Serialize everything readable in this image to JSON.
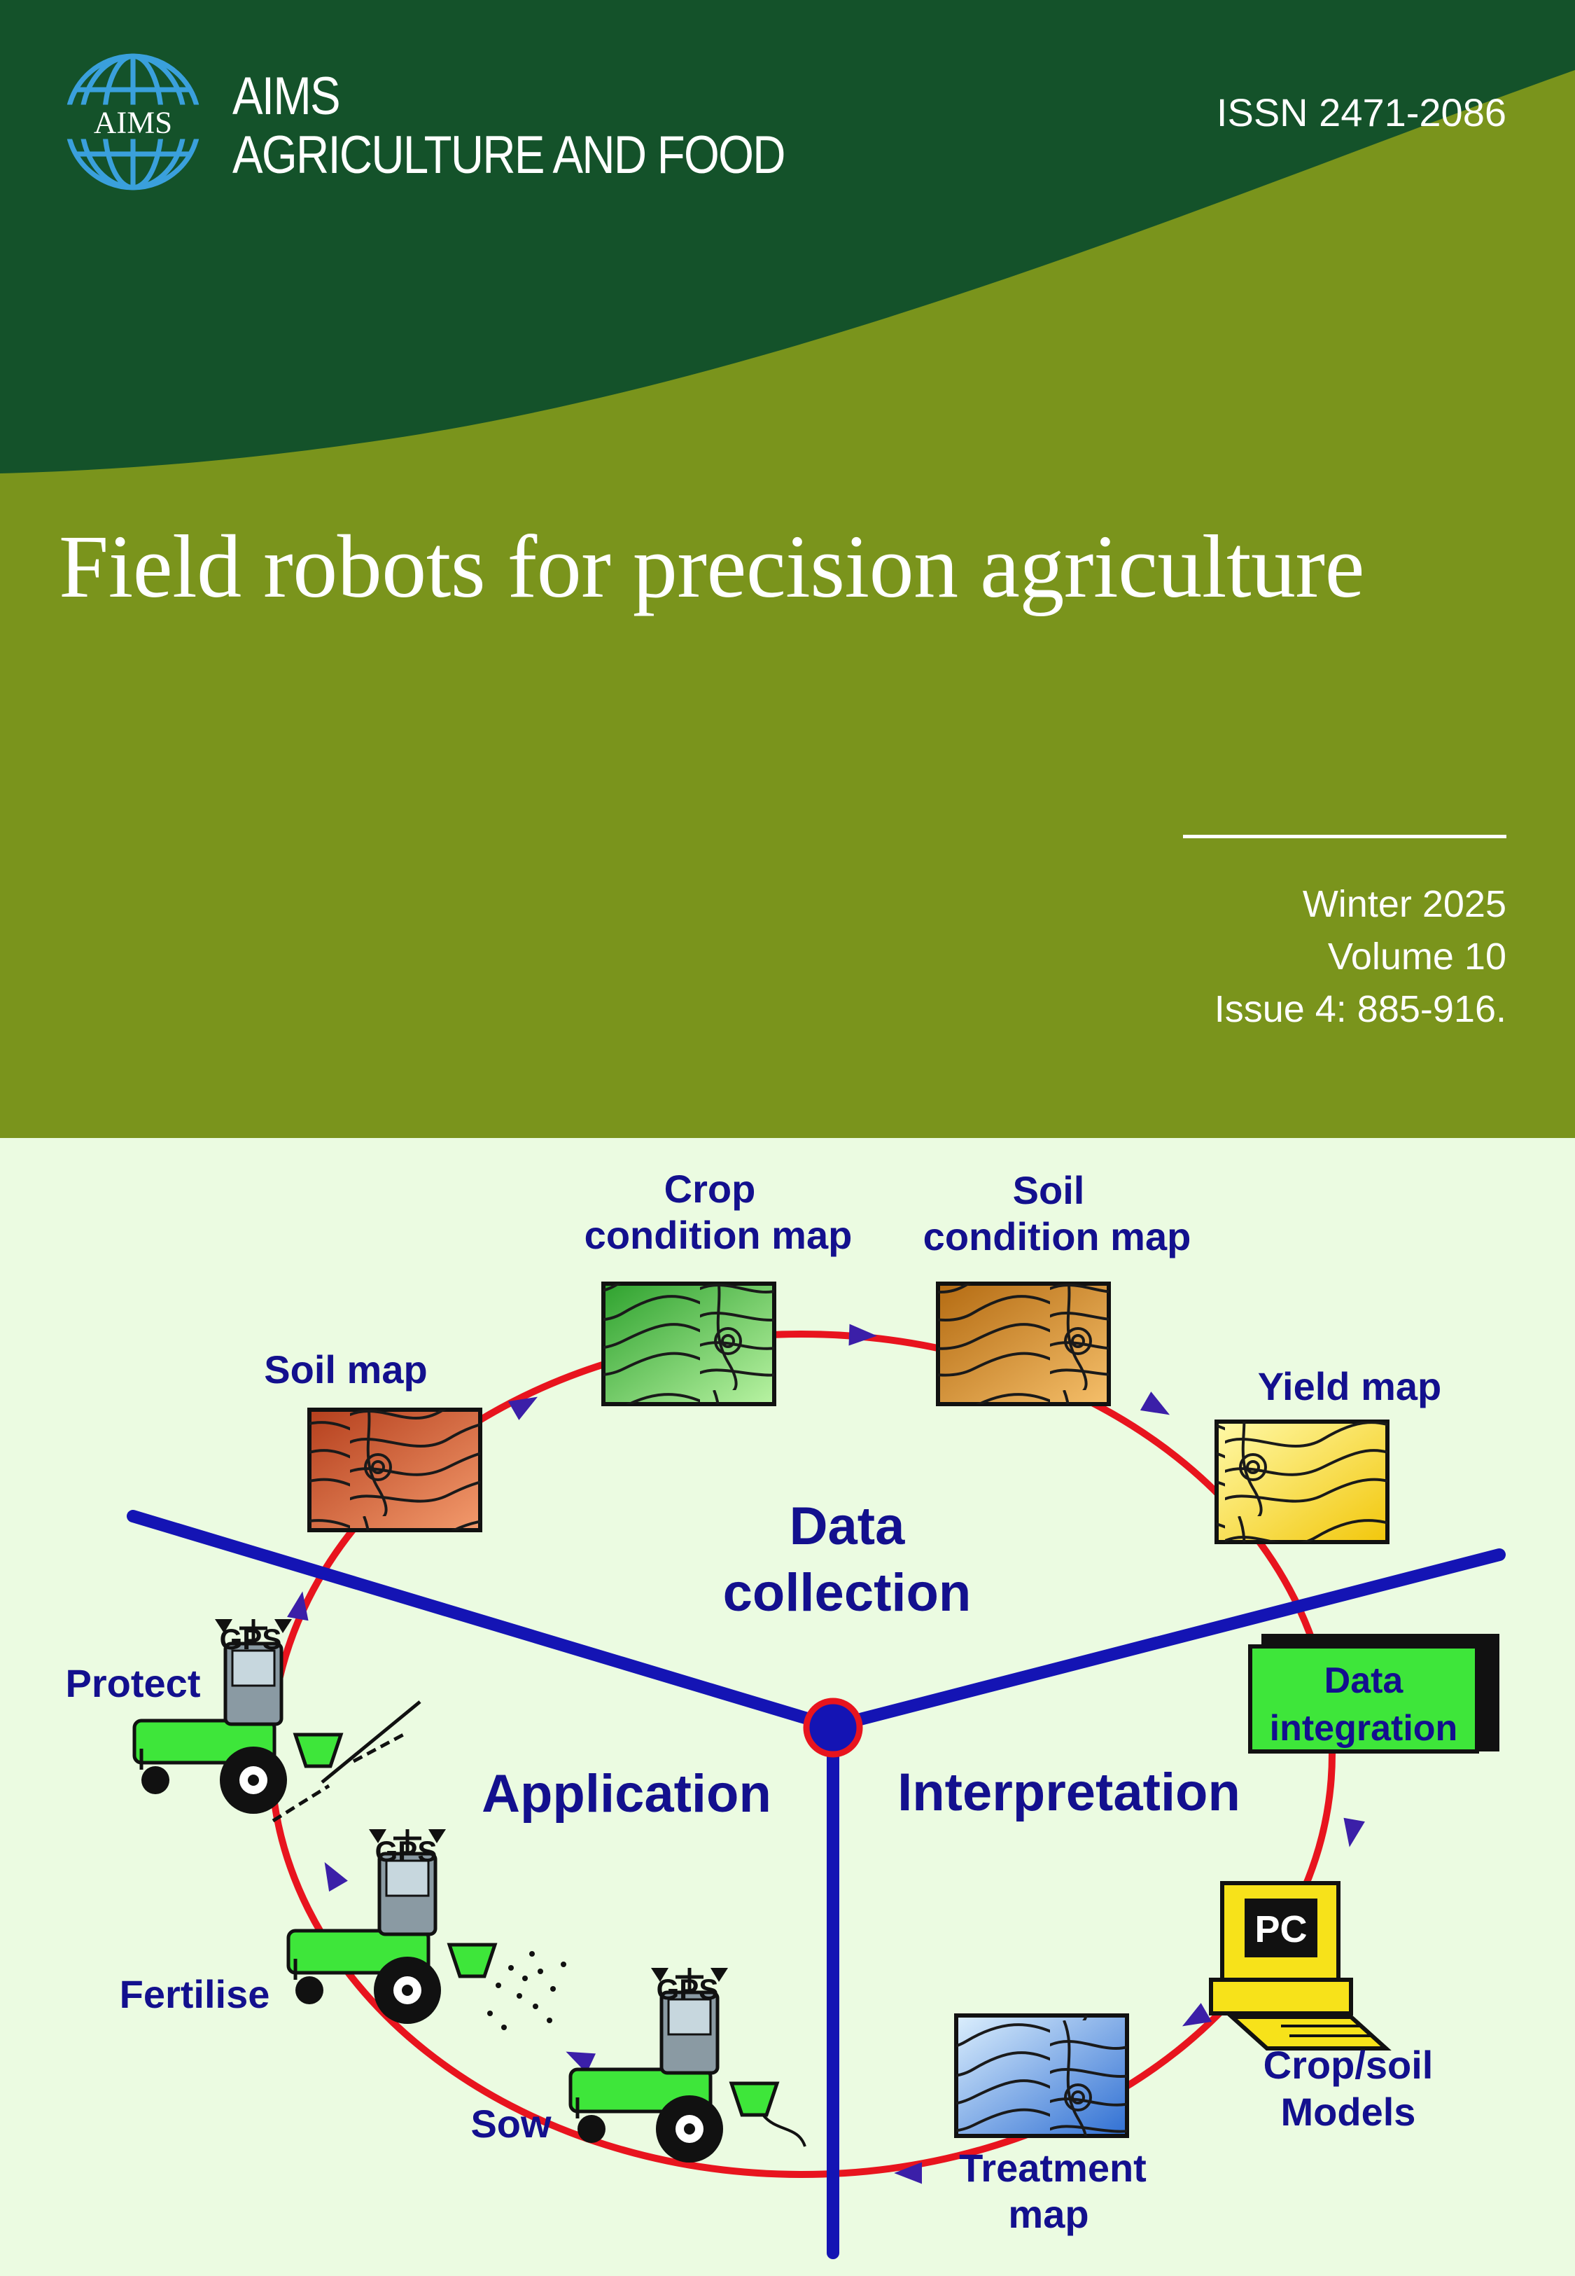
{
  "journal": {
    "logo_text": "AIMS",
    "name_line1": "AIMS",
    "name_line2": "AGRICULTURE AND FOOD",
    "issn": "ISSN 2471-2086"
  },
  "article": {
    "title": "Field robots for precision agriculture"
  },
  "issue": {
    "season": "Winter 2025",
    "volume": "Volume 10",
    "issue_pages": "Issue 4: 885-916."
  },
  "diagram": {
    "sectors": {
      "data_collection_line1": "Data",
      "data_collection_line2": "collection",
      "application": "Application",
      "interpretation": "Interpretation"
    },
    "maps": {
      "soil_map": "Soil map",
      "crop_condition_line1": "Crop",
      "crop_condition_line2": "condition map",
      "soil_condition_line1": "Soil",
      "soil_condition_line2": "condition map",
      "yield_map": "Yield map",
      "treatment_line1": "Treatment",
      "treatment_line2": "map"
    },
    "steps": {
      "data_integration_line1": "Data",
      "data_integration_line2": "integration",
      "crop_soil_line1": "Crop/soil",
      "crop_soil_line2": "Models",
      "pc_label": "PC",
      "protect": "Protect",
      "fertilise": "Fertilise",
      "sow": "Sow",
      "gps": "GPS"
    }
  },
  "colors": {
    "dark_green": "#14522a",
    "olive_green": "#7a941c",
    "panel_bg": "#ebfbe1",
    "axis_blue": "#1414b4",
    "cycle_red": "#e8141e",
    "label_navy": "#13108e"
  }
}
